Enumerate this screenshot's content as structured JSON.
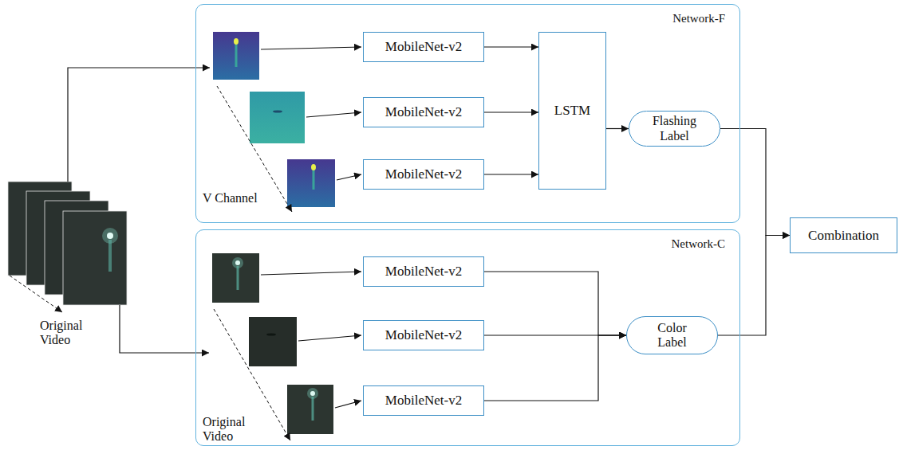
{
  "diagram": {
    "nodes": [
      {
        "text": [
          "Network-F"
        ]
      },
      {
        "text": [
          "MobileNet-v2"
        ],
        "in": 0
      },
      {
        "text": [
          "MobileNet-v2"
        ],
        "in": 0
      },
      {
        "text": [
          "MobileNet-v2"
        ],
        "in": 0
      },
      {
        "text": [
          "LSTM"
        ],
        "in": 0
      },
      {
        "text": [
          "Flashing Label"
        ],
        "in": 0
      },
      {
        "text": [
          "Network-C"
        ]
      },
      {
        "text": [
          "MobileNet-v2"
        ],
        "in": 6
      },
      {
        "text": [
          "MobileNet-v2"
        ],
        "in": 6
      },
      {
        "text": [
          "MobileNet-v2"
        ],
        "in": 6
      },
      {
        "text": [
          "Color Label"
        ],
        "in": 6
      },
      {
        "text": [
          "Combination"
        ]
      }
    ],
    "edges": [
      {
        "from": 1,
        "to": 4,
        "arrow": "to"
      },
      {
        "from": 2,
        "to": 4,
        "arrow": "to"
      },
      {
        "from": 3,
        "to": 4,
        "arrow": "to"
      },
      {
        "from": 4,
        "to": 5,
        "arrow": "to"
      },
      {
        "from": 5,
        "to": 11,
        "arrow": "to"
      },
      {
        "from": 7,
        "to": 10,
        "arrow": "to"
      },
      {
        "from": 8,
        "to": 10,
        "arrow": "to"
      },
      {
        "from": 9,
        "to": 10,
        "arrow": "to"
      },
      {
        "from": 10,
        "to": 11,
        "arrow": "to"
      }
    ],
    "labels": [
      "Original Video",
      "V Channel",
      "Original Video"
    ]
  }
}
